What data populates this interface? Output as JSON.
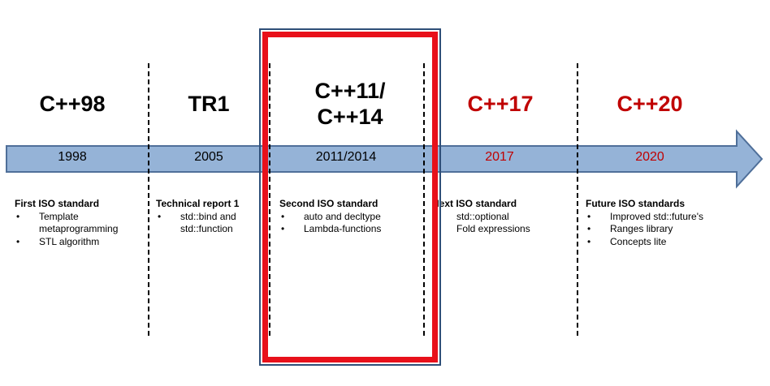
{
  "colors": {
    "arrow_fill": "#95b3d7",
    "arrow_stroke": "#4f6f99",
    "future_text": "#c00000",
    "highlight": "#e8101a"
  },
  "eras": [
    {
      "title": "C++98",
      "year": "1998",
      "heading": "First ISO standard",
      "items": [
        "Template metaprogramming",
        "STL algorithm"
      ]
    },
    {
      "title": "TR1",
      "year": "2005",
      "heading": "Technical report 1",
      "items": [
        "std::bind and std::function"
      ]
    },
    {
      "title_line1": "C++11/",
      "title_line2": "C++14",
      "year": "2011/2014",
      "heading": "Second ISO standard",
      "items": [
        "auto and decltype",
        "Lambda-functions"
      ]
    },
    {
      "title": "C++17",
      "year": "2017",
      "heading": "Next ISO standard",
      "items": [
        "std::optional",
        "Fold expressions"
      ]
    },
    {
      "title": "C++20",
      "year": "2020",
      "heading": "Future ISO standards",
      "items": [
        "Improved std::future's",
        "Ranges library",
        "Concepts lite"
      ]
    }
  ]
}
